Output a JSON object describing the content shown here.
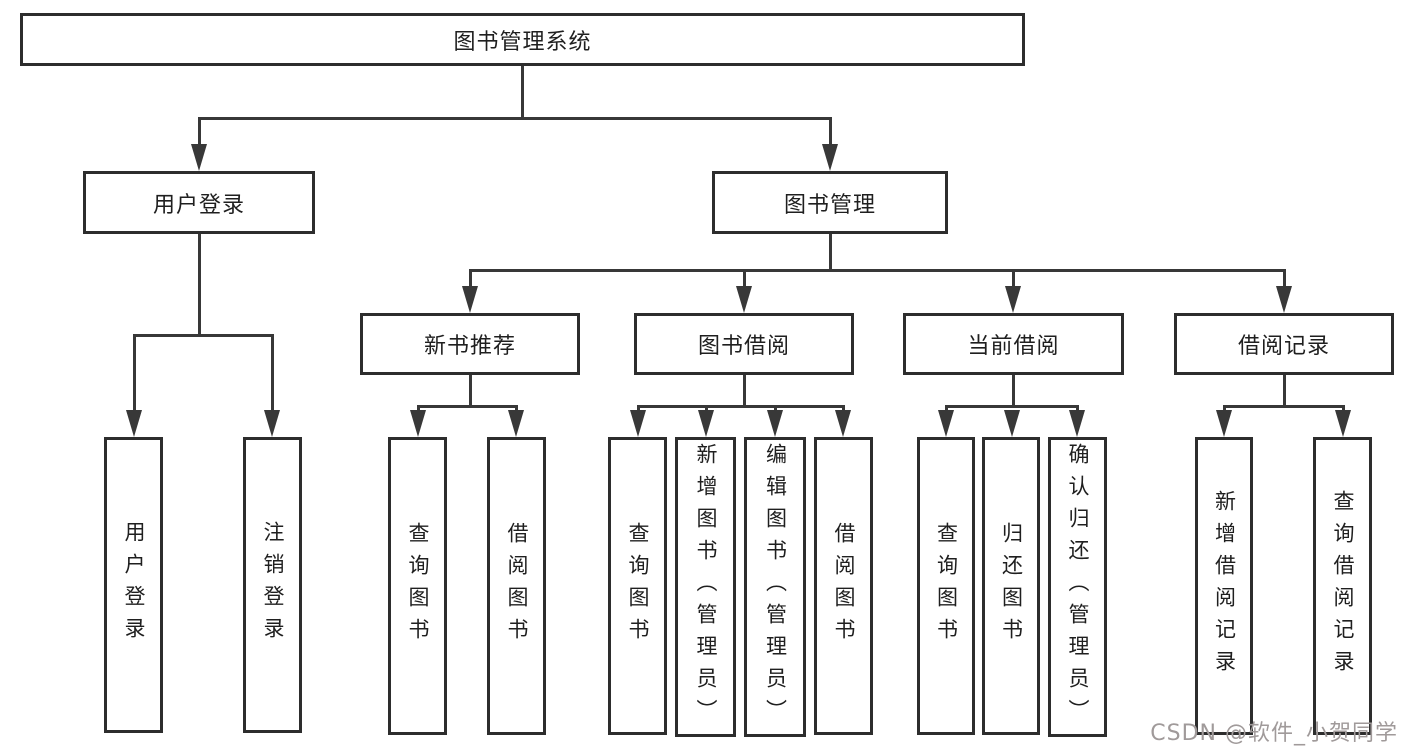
{
  "colors": {
    "background": "#ffffff",
    "line": "#383838",
    "border": "#2d2d2d",
    "text": "#1f1f1f",
    "watermark": "#a09a9a"
  },
  "tree": {
    "root": {
      "label": "图书管理系统",
      "children": [
        {
          "label": "用户登录",
          "children": [
            {
              "label": "用户登录"
            },
            {
              "label": "注销登录"
            }
          ]
        },
        {
          "label": "图书管理",
          "children": [
            {
              "label": "新书推荐",
              "children": [
                {
                  "label": "查询图书"
                },
                {
                  "label": "借阅图书"
                }
              ]
            },
            {
              "label": "图书借阅",
              "children": [
                {
                  "label": "查询图书"
                },
                {
                  "label": "新增图书（管理员）"
                },
                {
                  "label": "编辑图书（管理员）"
                },
                {
                  "label": "借阅图书"
                }
              ]
            },
            {
              "label": "当前借阅",
              "children": [
                {
                  "label": "查询图书"
                },
                {
                  "label": "归还图书"
                },
                {
                  "label": "确认归还（管理员）"
                }
              ]
            },
            {
              "label": "借阅记录",
              "children": [
                {
                  "label": "新增借阅记录"
                },
                {
                  "label": "查询借阅记录"
                }
              ]
            }
          ]
        }
      ]
    }
  },
  "watermark": {
    "text": "CSDN @软件_小贺同学"
  }
}
